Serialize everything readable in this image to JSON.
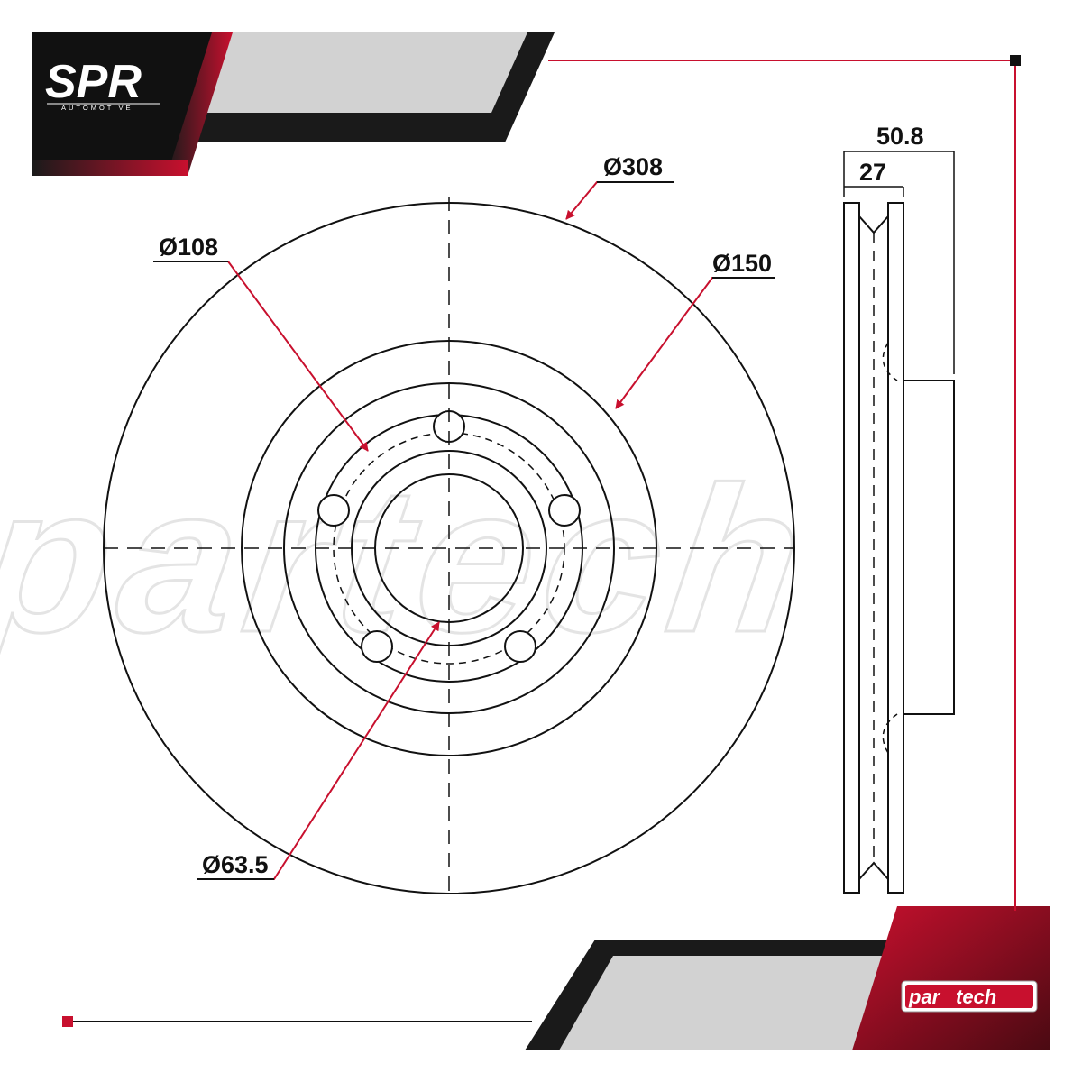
{
  "brand": {
    "top_logo": "SPR",
    "top_logo_sub": "AUTOMOTIVE",
    "bottom_logo_prefix": "par",
    "bottom_logo_suffix": "tech",
    "watermark": "partech",
    "colors": {
      "accent": "#c8102e",
      "dark": "#111111",
      "light_band": "#d2d2d2"
    }
  },
  "dimensions": {
    "outer_diameter": "Ø308",
    "hat_diameter": "Ø150",
    "bolt_circle": "Ø108",
    "center_bore": "Ø63.5",
    "total_height": "50.8",
    "thickness": "27"
  },
  "icons": {
    "top_logo": "spr-automotive-logo",
    "bottom_logo": "partech-logo"
  }
}
